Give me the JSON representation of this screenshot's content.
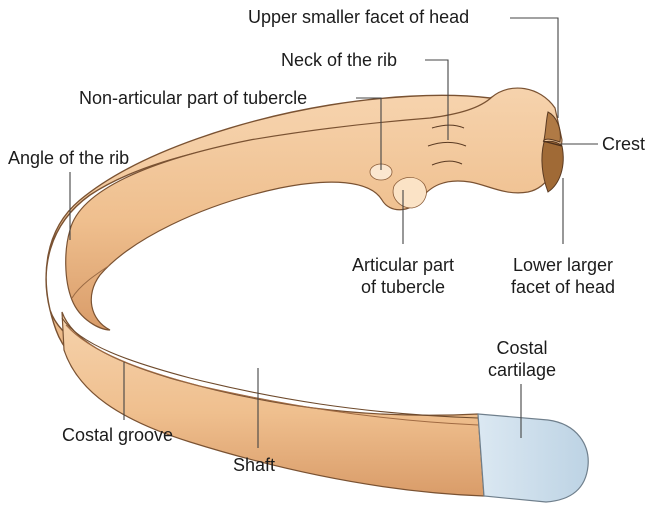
{
  "labels": {
    "upper_facet": "Upper smaller facet of head",
    "neck": "Neck of the rib",
    "non_articular": "Non-articular part of tubercle",
    "angle": "Angle of the rib",
    "crest": "Crest",
    "articular_line1": "Articular part",
    "articular_line2": "of tubercle",
    "lower_facet_line1": "Lower larger",
    "lower_facet_line2": "facet of head",
    "costal_cartilage_line1": "Costal",
    "costal_cartilage_line2": "cartilage",
    "costal_groove": "Costal groove",
    "shaft": "Shaft"
  },
  "colors": {
    "bone": "#f2c596",
    "bone_shade": "#dca172",
    "bone_outline": "#5a3a22",
    "facet": "#a8743e",
    "cartilage": "#cfe0ee",
    "leader": "#444444",
    "text": "#1c1c1c"
  }
}
